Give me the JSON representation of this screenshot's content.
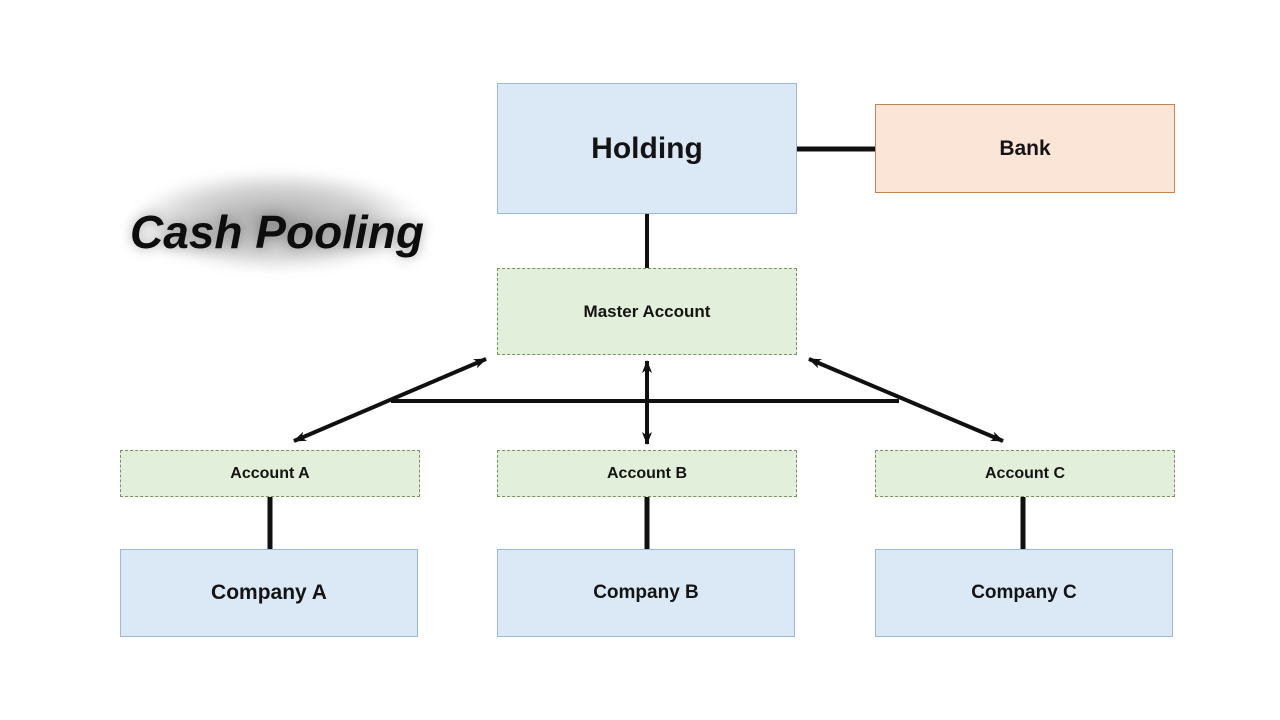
{
  "title": {
    "text": "Cash Pooling"
  },
  "nodes": {
    "holding": {
      "label": "Holding",
      "fill": "#dbe9f6",
      "border": "#9db8d2"
    },
    "bank": {
      "label": "Bank",
      "fill": "#fbe5d6",
      "border": "#c08552"
    },
    "master_account": {
      "label": "Master Account",
      "fill": "#e2efda",
      "border": "#7d9165"
    },
    "account_a": {
      "label": "Account A",
      "fill": "#e2efda",
      "border": "#7d9165"
    },
    "account_b": {
      "label": "Account B",
      "fill": "#e2efda",
      "border": "#7d9165"
    },
    "account_c": {
      "label": "Account C",
      "fill": "#e2efda",
      "border": "#7d9165"
    },
    "company_a": {
      "label": "Company A",
      "fill": "#dbe9f6",
      "border": "#9db8d2"
    },
    "company_b": {
      "label": "Company B",
      "fill": "#dbe9f6",
      "border": "#9db8d2"
    },
    "company_c": {
      "label": "Company C",
      "fill": "#dbe9f6",
      "border": "#9db8d2"
    }
  },
  "edges": [
    {
      "from": "holding",
      "to": "bank",
      "style": "plain-line"
    },
    {
      "from": "holding",
      "to": "master_account",
      "style": "plain-line"
    },
    {
      "from": "master_account",
      "to": "account_a",
      "style": "double-arrow"
    },
    {
      "from": "master_account",
      "to": "account_b",
      "style": "double-arrow"
    },
    {
      "from": "master_account",
      "to": "account_c",
      "style": "double-arrow"
    },
    {
      "from": "account_a",
      "to": "account_c",
      "style": "cross-line"
    },
    {
      "from": "account_a",
      "to": "company_a",
      "style": "plain-line"
    },
    {
      "from": "account_b",
      "to": "company_b",
      "style": "plain-line"
    },
    {
      "from": "account_c",
      "to": "company_c",
      "style": "plain-line"
    }
  ],
  "colors": {
    "background": "#ffffff",
    "line": "#101010",
    "text": "#111111"
  }
}
